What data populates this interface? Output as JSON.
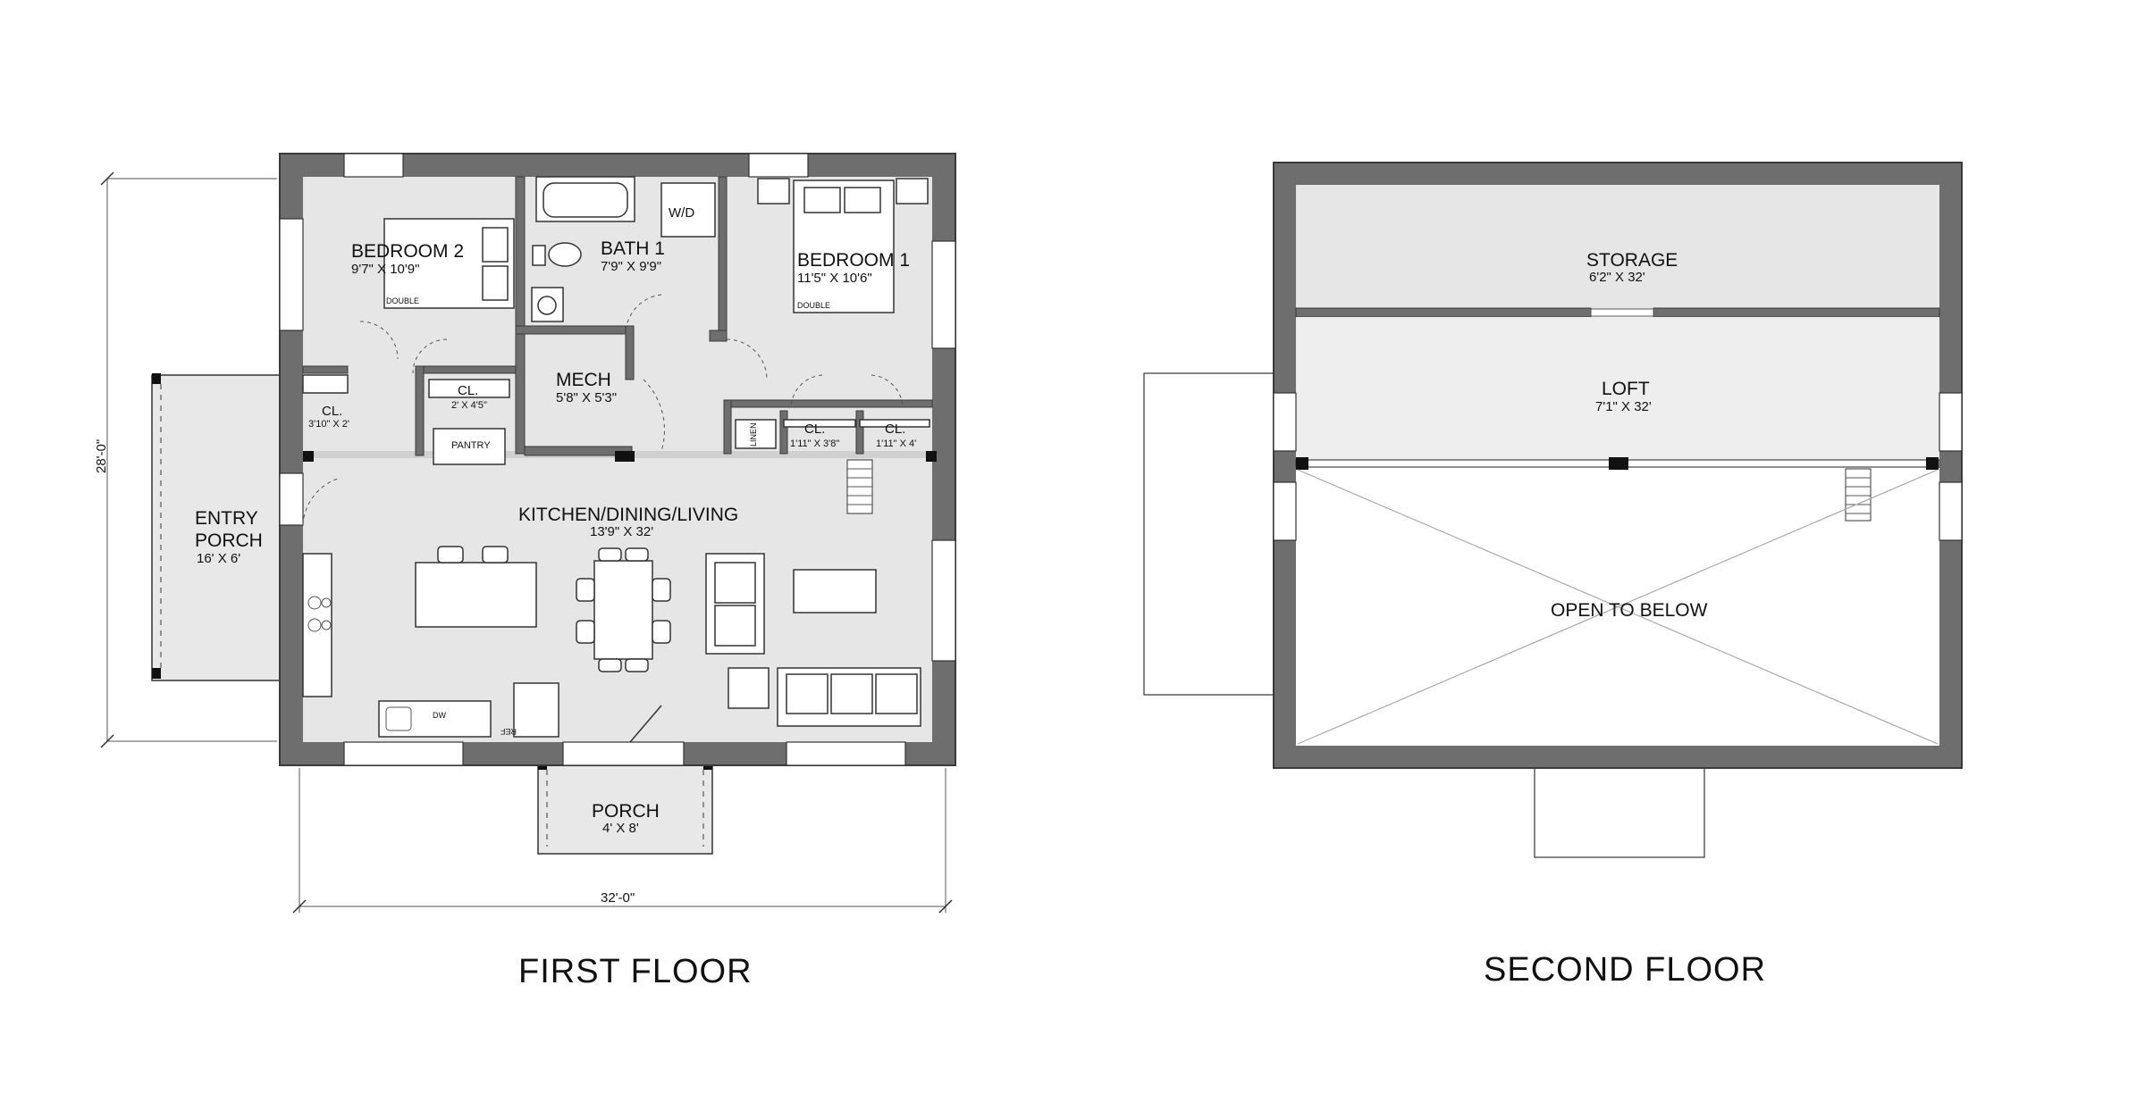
{
  "first_floor": {
    "title": "FIRST FLOOR",
    "dim_width": "32'-0\"",
    "dim_height": "28'-0\"",
    "rooms": {
      "bedroom2": {
        "name": "BEDROOM 2",
        "dims": "9'7\" X 10'9\"",
        "bed": "DOUBLE"
      },
      "bath1": {
        "name": "BATH 1",
        "dims": "7'9\" X 9'9\""
      },
      "wd": {
        "name": "W/D"
      },
      "bedroom1": {
        "name": "BEDROOM 1",
        "dims": "11'5\" X 10'6\"",
        "bed": "DOUBLE"
      },
      "cl1": {
        "name": "CL.",
        "dims": "3'10\" X 2'"
      },
      "cl2": {
        "name": "CL.",
        "dims": "2' X 4'5\""
      },
      "mech": {
        "name": "MECH",
        "dims": "5'8\" X 5'3\""
      },
      "pantry": {
        "name": "PANTRY"
      },
      "linen": {
        "name": "LINEN"
      },
      "cl3": {
        "name": "CL.",
        "dims": "1'11\" X 3'8\""
      },
      "cl4": {
        "name": "CL.",
        "dims": "1'11\" X 4'"
      },
      "kitchen": {
        "name": "KITCHEN/DINING/LIVING",
        "dims": "13'9\" X 32'"
      },
      "entry_porch": {
        "name1": "ENTRY",
        "name2": "PORCH",
        "dims": "16' X 6'"
      },
      "porch": {
        "name": "PORCH",
        "dims": "4' X 8'"
      },
      "dw": {
        "name": "DW"
      },
      "ref": {
        "name": "REF"
      }
    }
  },
  "second_floor": {
    "title": "SECOND FLOOR",
    "rooms": {
      "storage": {
        "name": "STORAGE",
        "dims": "6'2\" X 32'"
      },
      "loft": {
        "name": "LOFT",
        "dims": "7'1\" X 32'"
      },
      "open": {
        "name": "OPEN TO BELOW"
      }
    }
  }
}
